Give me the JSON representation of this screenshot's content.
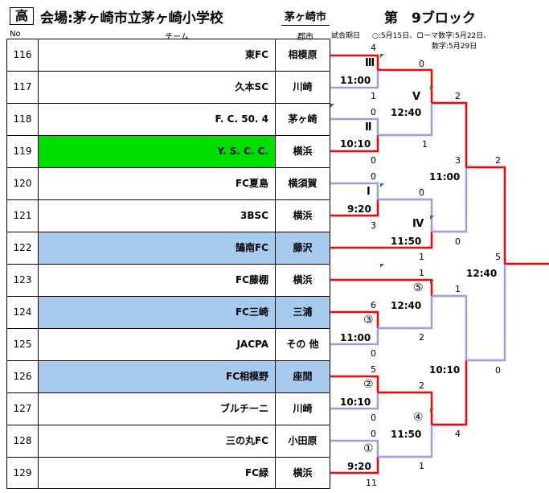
{
  "header": {
    "badge": "高",
    "venue": "会場:茅ヶ崎市立茅ヶ崎小学校",
    "city": "茅ヶ崎市",
    "block": "第　9ブロック",
    "date_label": "試合期日",
    "note1": "○:5月15日、ローマ数字:5月22日、",
    "note2": "数字:5月29日"
  },
  "columns": {
    "no": "No",
    "team": "チーム",
    "city": "郡市"
  },
  "teams": [
    {
      "no": "116",
      "name": "東FC",
      "city": "相模原",
      "color": "white"
    },
    {
      "no": "117",
      "name": "久本SC",
      "city": "川崎",
      "color": "white"
    },
    {
      "no": "118",
      "name": "F. C. 50. 4",
      "city": "茅ヶ崎",
      "color": "white"
    },
    {
      "no": "119",
      "name": "Y. S. C. C.",
      "city": "横浜",
      "color": "green"
    },
    {
      "no": "120",
      "name": "FC夏島",
      "city": "横須賀",
      "color": "white"
    },
    {
      "no": "121",
      "name": "3BSC",
      "city": "横浜",
      "color": "white"
    },
    {
      "no": "122",
      "name": "鵠南FC",
      "city": "藤沢",
      "color": "blue"
    },
    {
      "no": "123",
      "name": "FC藤棚",
      "city": "横浜",
      "color": "white"
    },
    {
      "no": "124",
      "name": "FC三崎",
      "city": "三浦",
      "color": "blue"
    },
    {
      "no": "125",
      "name": "JACPA",
      "city": "その 他",
      "color": "white"
    },
    {
      "no": "126",
      "name": "FC相模野",
      "city": "座間",
      "color": "blue"
    },
    {
      "no": "127",
      "name": "ブルチーニ",
      "city": "川崎",
      "color": "white"
    },
    {
      "no": "128",
      "name": "三の丸FC",
      "city": "小田原",
      "color": "white"
    },
    {
      "no": "129",
      "name": "FC緑",
      "city": "横浜",
      "color": "white"
    }
  ],
  "bracket": {
    "scores": [
      "4",
      "1",
      "0",
      "0",
      "0",
      "3",
      "1",
      "6",
      "0",
      "5",
      "0",
      "0",
      "11",
      "0",
      "1",
      "0",
      "1",
      "2",
      "1",
      "2",
      "4",
      "2",
      "3",
      "0",
      "1",
      "0",
      "2",
      "5"
    ],
    "times": [
      "11:00",
      "10:10",
      "9:20",
      "12:40",
      "11:50",
      "12:40",
      "11:00",
      "10:10",
      "11:50",
      "11:00",
      "10:10",
      "12:40"
    ],
    "romans": [
      "Ⅲ",
      "Ⅱ",
      "Ⅰ",
      "Ⅴ",
      "Ⅳ"
    ],
    "circles": [
      "③",
      "②",
      "①",
      "⑤",
      "④"
    ],
    "colors": {
      "winner": "#ff0000",
      "loser": "#9999ee"
    }
  }
}
